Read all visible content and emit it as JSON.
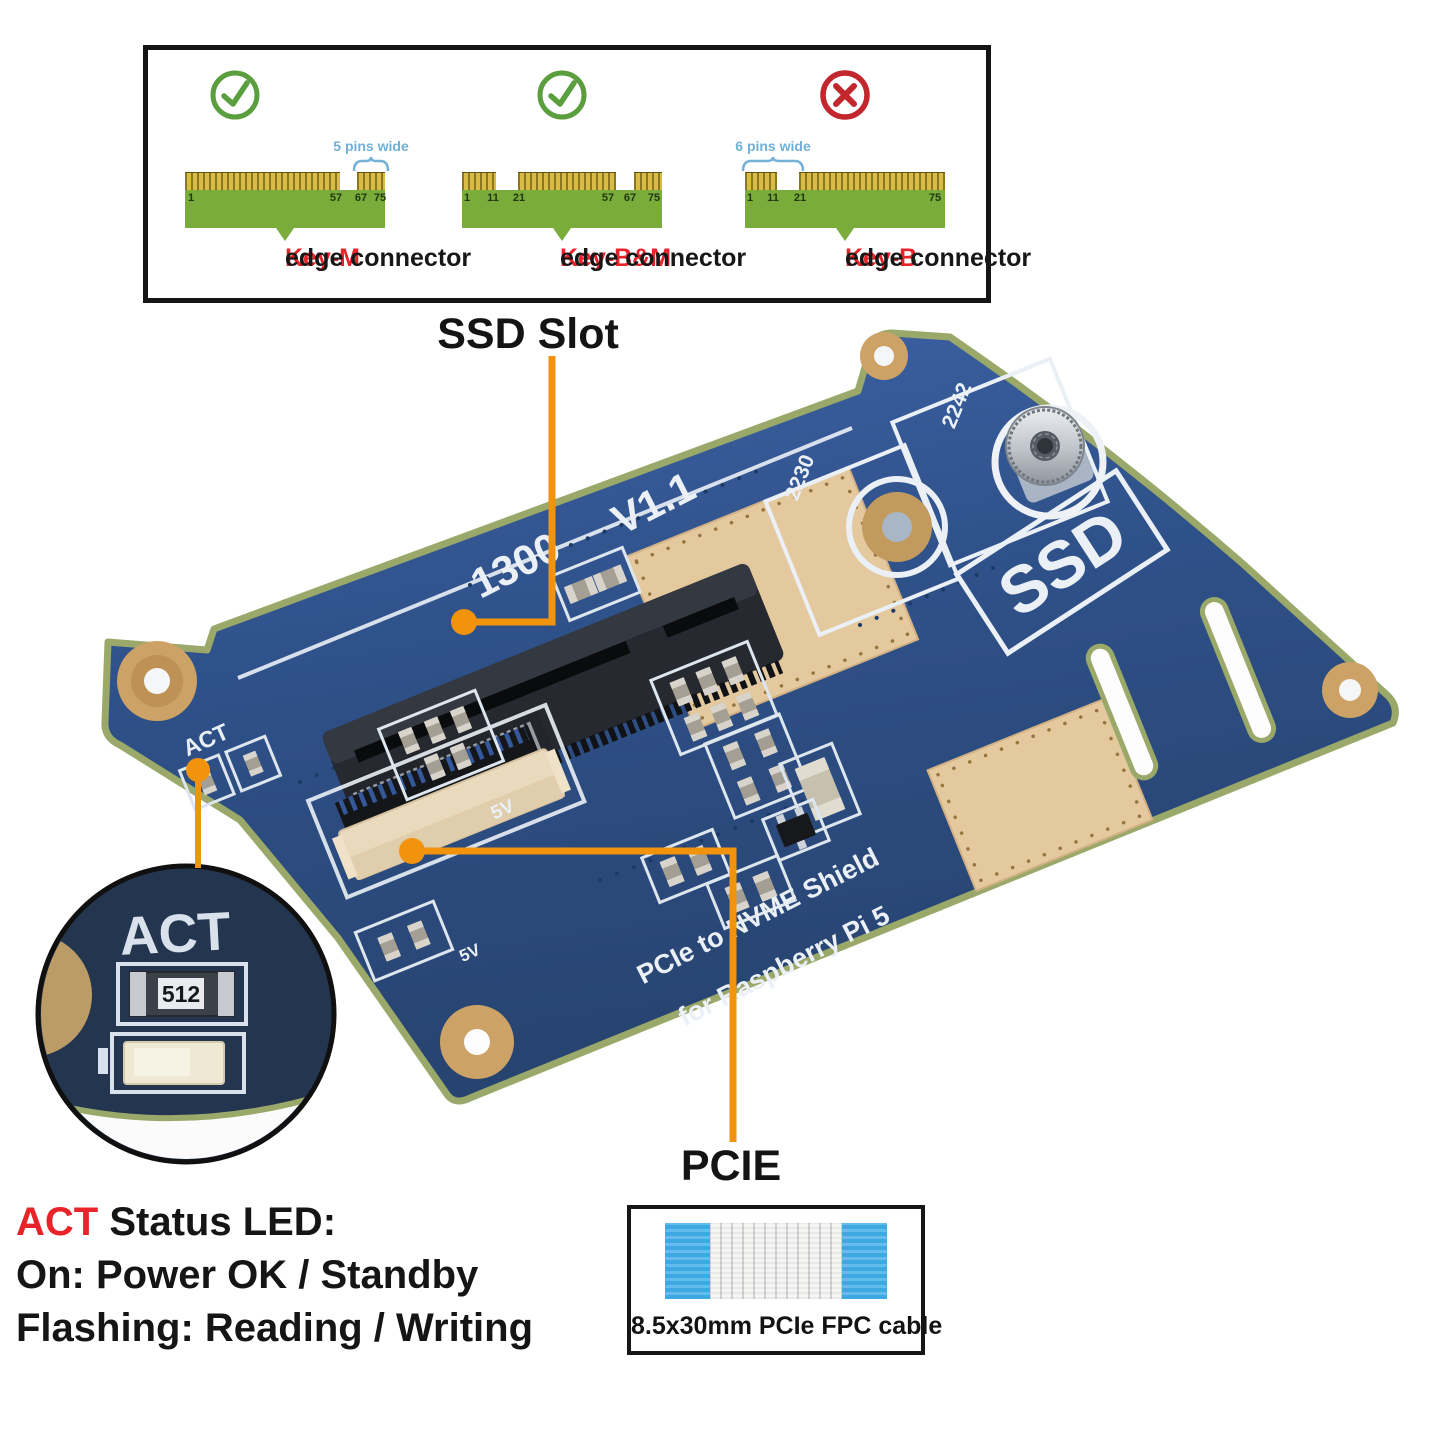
{
  "colors": {
    "accent_orange": "#F2930D",
    "key_red": "#E8242A",
    "check_green": "#5A9E3E",
    "cross_red": "#C1272D",
    "pcb_blue": "#31548F",
    "board_edge_olive": "#9AA86A",
    "pad_gold": "#CFA76A",
    "fpc_cable_blue": "#41ABE4",
    "silkscreen_white": "#EAF0F6"
  },
  "legend": {
    "items": [
      {
        "key": "Key-M",
        "rest": " edge connector",
        "status": "check",
        "bracket_label": "5 pins wide",
        "pins": [
          "1",
          "57",
          "67",
          "75"
        ]
      },
      {
        "key": "Key-B&M",
        "rest": " edge connector",
        "status": "check",
        "pins": [
          "1",
          "11",
          "21",
          "57",
          "67",
          "75"
        ]
      },
      {
        "key": "Key-B",
        "rest": " edge connector",
        "status": "cross",
        "bracket_label": "6 pins wide",
        "pins": [
          "1",
          "11",
          "21",
          "75"
        ]
      }
    ]
  },
  "callouts": {
    "ssd_slot": "SSD Slot",
    "pcie": "PCIE"
  },
  "board": {
    "silkscreen": {
      "model": "1300",
      "version": "V1.1",
      "zone_2242": "2242",
      "zone_2230": "2230",
      "ssd_label": "SSD",
      "act_label": "ACT",
      "v5_top": "5V",
      "v5_bottom": "5V",
      "title_line1": "PCIe to NVME Shield",
      "title_line2": "for Raspberry Pi 5"
    }
  },
  "inset": {
    "act_label": "ACT",
    "resistor_code": "512"
  },
  "status_led": {
    "heading_red": "ACT",
    "heading_rest": " Status LED:",
    "line_on": "On: Power OK / Standby",
    "line_flashing": "Flashing: Reading / Writing"
  },
  "fpc_box": {
    "caption": "8.5x30mm PCIe FPC cable"
  }
}
